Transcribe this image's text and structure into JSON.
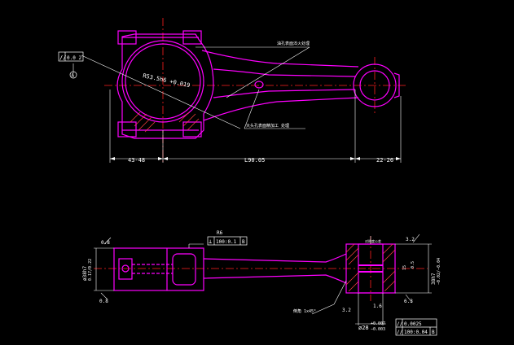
{
  "colors": {
    "background": "#000000",
    "part_outline": "#ff00ff",
    "center_line": "#ff2020",
    "dimension": "#ffffff",
    "hatch": "#ff4040",
    "annotation": "#ffffff"
  },
  "top_view": {
    "tolerance_frame": {
      "symbol": "//",
      "value": "0.0 2",
      "datum": "A"
    },
    "callout_oil_hole": "油孔表面淬火处理",
    "callout_big_end": "大头孔表面精加工 处理",
    "bore_label": "R53.5h6 +0.019",
    "dim_left": "43-48",
    "dim_center": "L90.05",
    "dim_right": "22-26"
  },
  "bottom_view": {
    "dim_left_height": "ø38h7",
    "dim_left_tol": "0.17/0.22",
    "roughness_top_left": "0.8",
    "roughness_bottom_left": "0.8",
    "frame_top_label": "R6",
    "frame_top_symbol": "⊥",
    "frame_top_value": "100:0.1",
    "frame_top_datum": "B",
    "small_end_label": "对称度公差",
    "chamfer_label": "倒角 1x45°",
    "dim_small_width": "15",
    "dim_small_inner": "0.5",
    "roughness_right_top": "3.2",
    "roughness_right_bottom": "6.3",
    "roughness_small_end": "1.6",
    "roughness_center": "3.2",
    "dim_right_height": "38h7",
    "dim_right_tol": "−0.02/−0.04",
    "bore_small_dia": "ø28",
    "bore_small_tol_top": "+0.007",
    "bore_small_tol_bottom": "−0.003",
    "frame_bottom_symbol_1": "//",
    "frame_bottom_value_1": "0.0025",
    "frame_bottom_symbol_2": "//",
    "frame_bottom_value_2": "100:0.04",
    "frame_bottom_datum": "B"
  }
}
